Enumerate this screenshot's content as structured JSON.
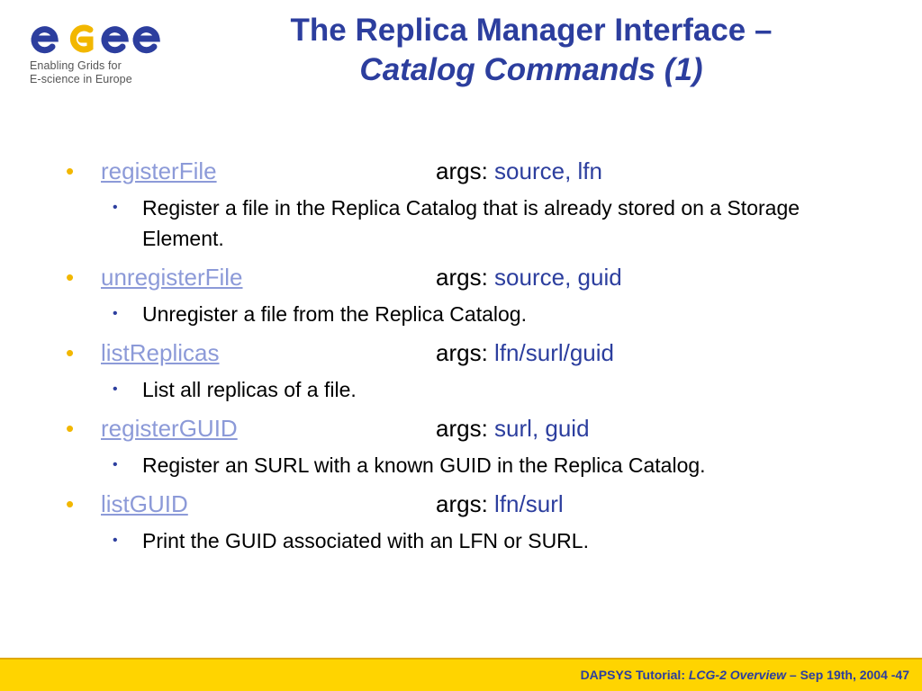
{
  "logo": {
    "name": "egee",
    "tagline_line1": "Enabling Grids for",
    "tagline_line2": "E-science in Europe",
    "colors": {
      "e": "#2c3e9e",
      "g": "#f2b700"
    }
  },
  "title": {
    "line1": "The Replica Manager Interface –",
    "line2": "Catalog Commands (1)"
  },
  "items": [
    {
      "command": "registerFile",
      "args_label": "args:",
      "args_value": "source, lfn",
      "description": "Register a file in the Replica Catalog that is already stored on a Storage Element."
    },
    {
      "command": "unregisterFile",
      "args_label": "args:",
      "args_value": "source, guid",
      "description": "Unregister a file from the Replica Catalog."
    },
    {
      "command": "listReplicas",
      "args_label": "args:",
      "args_value": "lfn/surl/guid",
      "description": "List all replicas of a file."
    },
    {
      "command": "registerGUID",
      "args_label": "args:",
      "args_value": "surl, guid",
      "description": "Register an SURL with a known GUID in the Replica Catalog."
    },
    {
      "command": "listGUID",
      "args_label": "args:",
      "args_value": "lfn/surl",
      "description": "Print the GUID associated with an LFN or SURL."
    }
  ],
  "footer": {
    "prefix": "DAPSYS Tutorial:",
    "course": "LCG-2 Overview",
    "date": "– Sep 19th, 2004",
    "page": "-47"
  },
  "colors": {
    "title": "#2c3e9e",
    "link": "#8c9ad8",
    "bullet": "#f2b700",
    "footer_bg": "#ffd400"
  }
}
